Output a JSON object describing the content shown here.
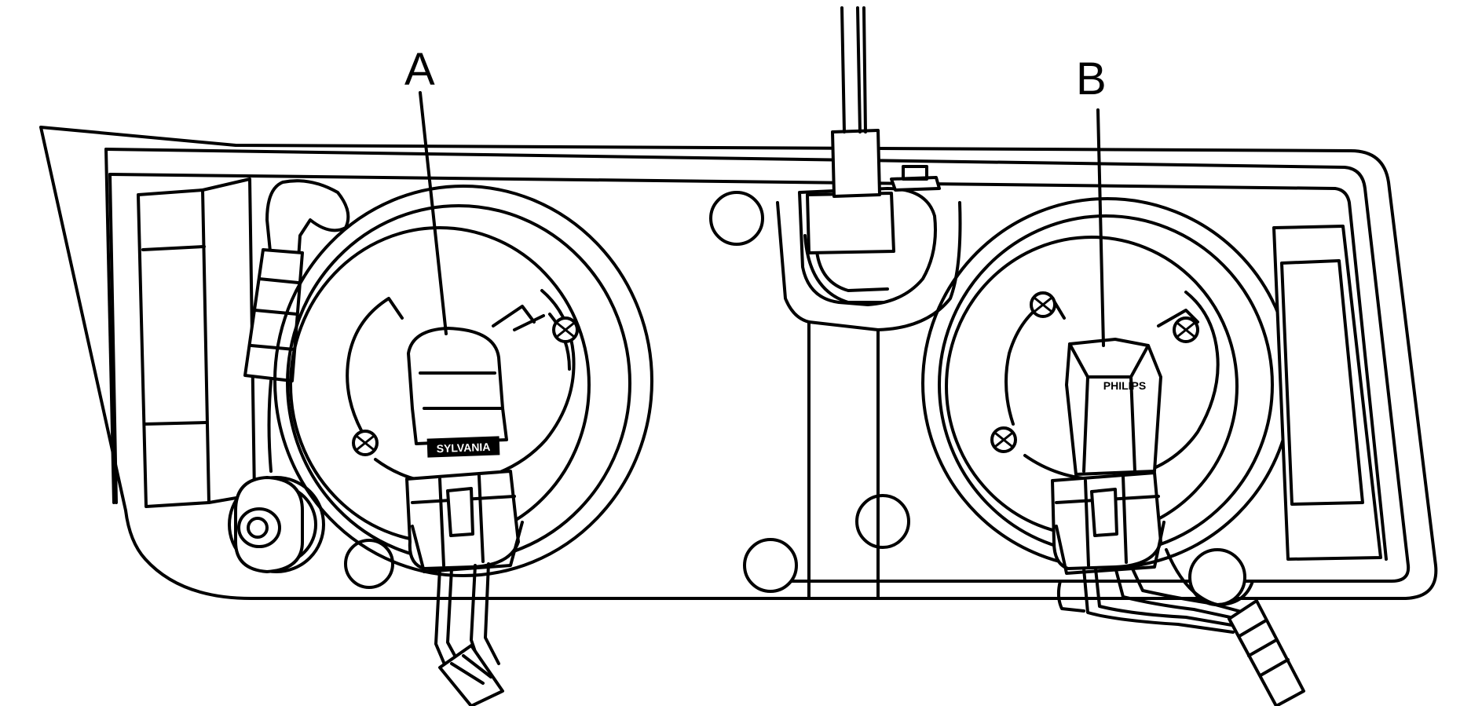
{
  "callouts": {
    "a": "A",
    "b": "B"
  },
  "bulb_brands": {
    "left": "SYLVANIA",
    "right": "PHILIPS"
  }
}
